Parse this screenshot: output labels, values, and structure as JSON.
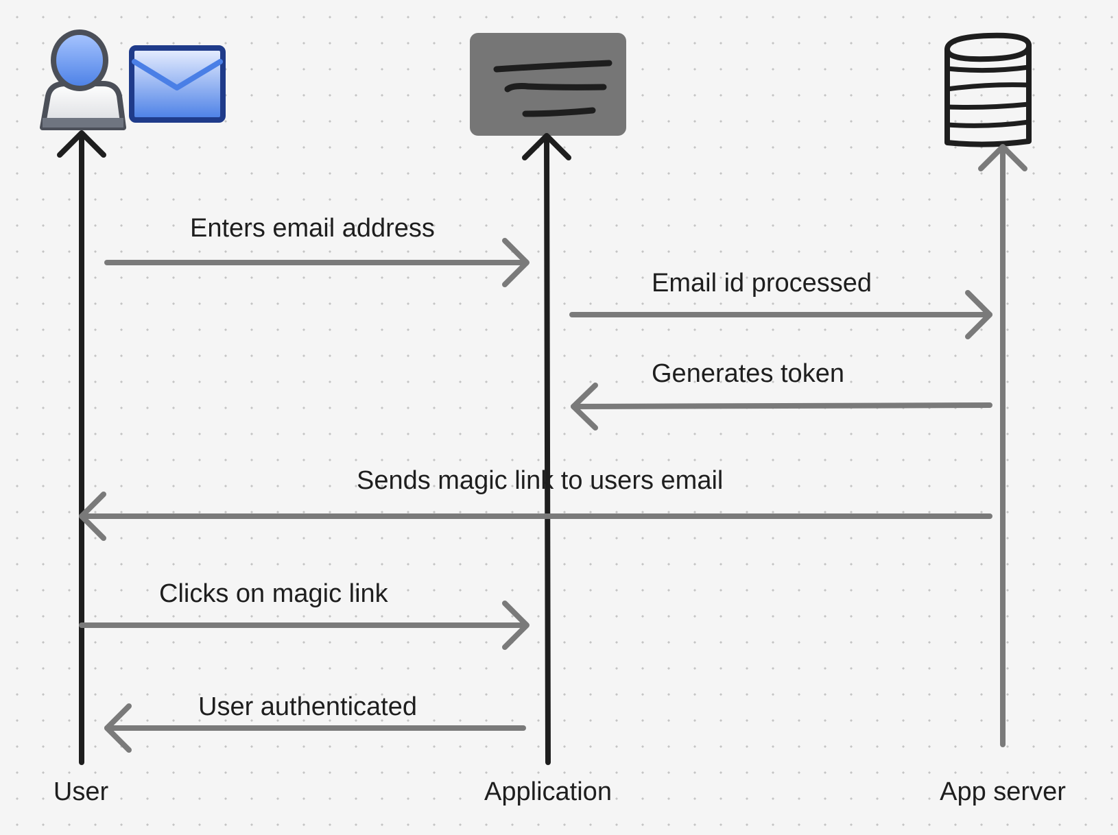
{
  "lifelines": [
    {
      "id": "user",
      "label": "User",
      "icon": "user-icon",
      "extra_icon": "envelope-icon",
      "line_color": "#1e1e1e"
    },
    {
      "id": "application",
      "label": "Application",
      "icon": "document-icon",
      "line_color": "#1e1e1e"
    },
    {
      "id": "server",
      "label": "App server",
      "icon": "database-icon",
      "line_color": "#7a7a7a"
    }
  ],
  "messages": [
    {
      "from": "user",
      "to": "application",
      "label": "Enters email address"
    },
    {
      "from": "application",
      "to": "server",
      "label": "Email id processed"
    },
    {
      "from": "server",
      "to": "application",
      "label": "Generates token"
    },
    {
      "from": "server",
      "to": "user",
      "label": "Sends magic link to users email"
    },
    {
      "from": "user",
      "to": "application",
      "label": "Clicks on magic link"
    },
    {
      "from": "application",
      "to": "user",
      "label": "User authenticated"
    }
  ],
  "colors": {
    "lifeline_dark": "#1e1e1e",
    "lifeline_gray": "#7a7a7a",
    "message_arrow": "#7a7a7a",
    "document_fill": "#767676",
    "accent_blue": "#4a7fe6",
    "envelope_border": "#1f3b8a"
  }
}
